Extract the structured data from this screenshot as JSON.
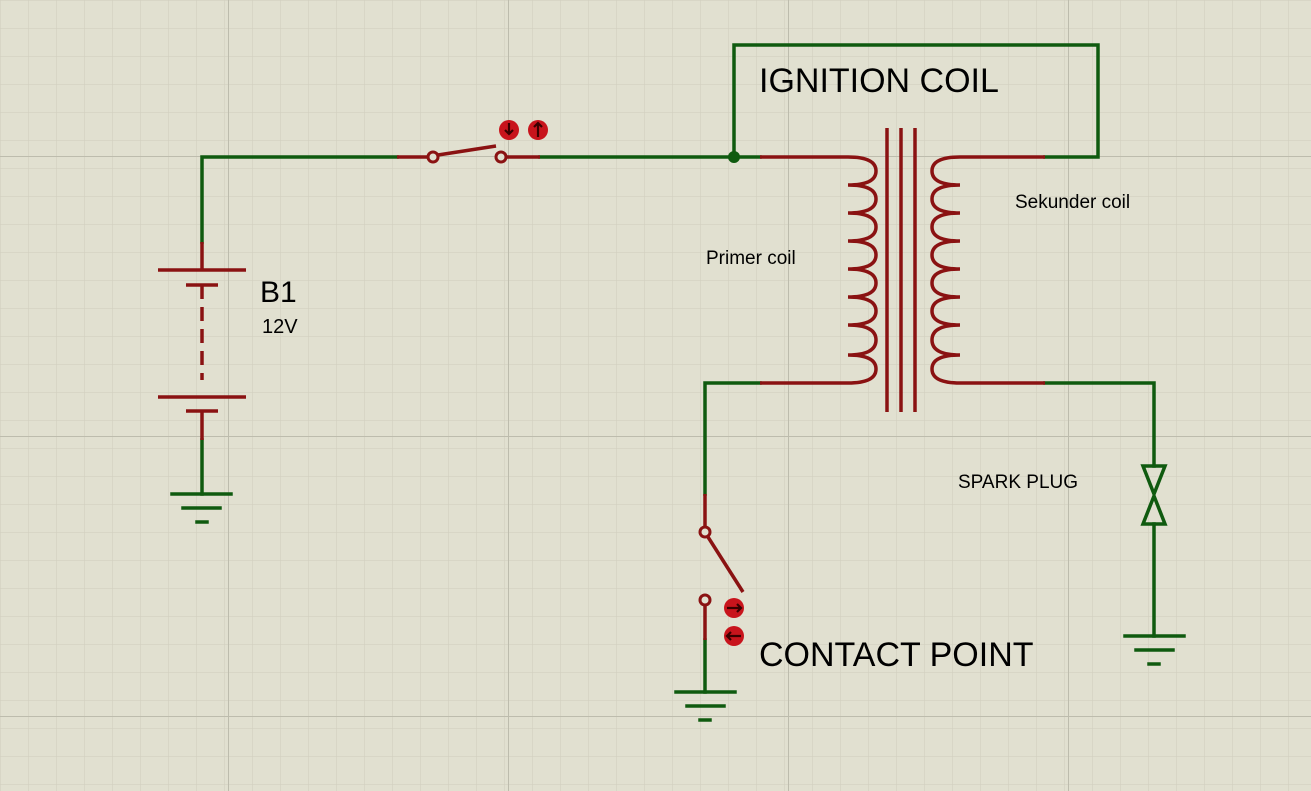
{
  "diagram": {
    "colors": {
      "background": "#e1e0d0",
      "grid_minor": "#cfcdbd",
      "grid_major": "#bdbcad",
      "wire": "#0f5a0f",
      "component": "#8a1212",
      "label": "#000000"
    },
    "labels": {
      "battery_name": "B1",
      "battery_value": "12V",
      "ignition_coil": "IGNITION COIL",
      "primary_coil": "Primer coil",
      "secondary_coil": "Sekunder coil",
      "spark_plug": "SPARK PLUG",
      "contact_point": "CONTACT POINT"
    },
    "components": {
      "battery": {
        "icon": "battery-icon"
      },
      "ignition_switch": {
        "icon": "switch-icon",
        "state": "open"
      },
      "transformer": {
        "icon": "transformer-icon"
      },
      "contact_point": {
        "icon": "switch-icon",
        "state": "open"
      },
      "spark_plug": {
        "icon": "spark-gap-icon"
      },
      "grounds": [
        "ground-icon",
        "ground-icon",
        "ground-icon"
      ]
    }
  }
}
